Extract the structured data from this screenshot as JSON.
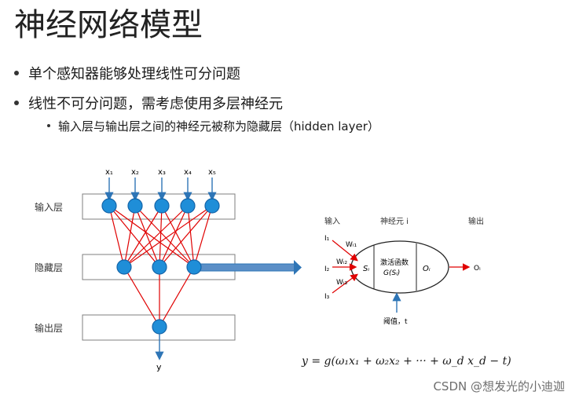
{
  "title": "神经网络模型",
  "bullets": [
    "单个感知器能够处理线性可分问题",
    "线性不可分问题，需考虑使用多层神经元",
    "输入层与输出层之间的神经元被称为隐藏层（hidden layer）"
  ],
  "network": {
    "inputs": [
      "x₁",
      "x₂",
      "x₃",
      "x₄",
      "x₅"
    ],
    "layer_labels": [
      "输入层",
      "隐藏层",
      "输出层"
    ],
    "output_label": "y"
  },
  "neuron": {
    "section_labels": [
      "输入",
      "神经元 i",
      "输出"
    ],
    "inputs": [
      "I₁",
      "I₂",
      "I₃"
    ],
    "weights": [
      "Wᵢ₁",
      "Wᵢ₂",
      "Wᵢ₃"
    ],
    "sum_label": "Sᵢ",
    "activation_label": "激活函数",
    "activation_fn": "G(Sᵢ)",
    "output_inner": "Oᵢ",
    "output_outer": "Oᵢ",
    "threshold": "阈值，t"
  },
  "formula": "y = g(ω₁x₁ + ω₂x₂ + ··· + ω_d x_d − t)",
  "watermark": "CSDN @想发光的小迪迦",
  "colors": {
    "node": "#1f8ed8",
    "node_stroke": "#1464a8",
    "edge": "#e00000",
    "arrow_blue": "#2e75b6",
    "box": "#7f7f7f"
  }
}
